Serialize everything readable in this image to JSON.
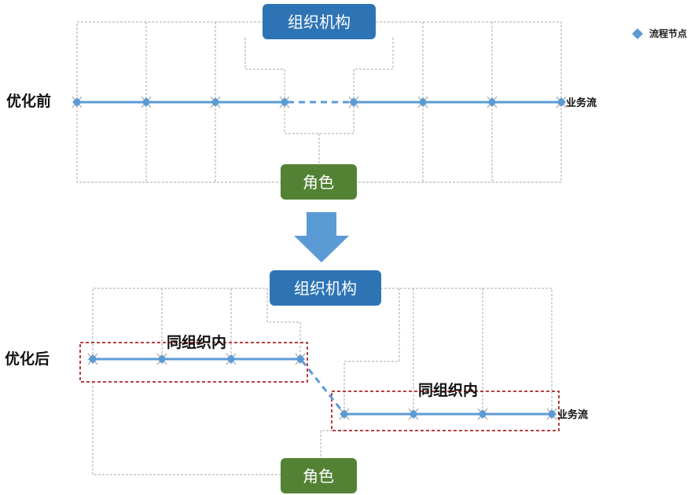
{
  "legend": {
    "label": "流程节点",
    "icon": "diamond-icon"
  },
  "before": {
    "side_label": "优化前",
    "org_box": "组织机构",
    "role_box": "角色",
    "flow_label": "业务流"
  },
  "after": {
    "side_label": "优化后",
    "org_box": "组织机构",
    "role_box": "角色",
    "flow_label": "业务流",
    "group_left": "同组织内",
    "group_right": "同组织内"
  },
  "colors": {
    "org_box": "#2e74b5",
    "role_box": "#548235",
    "flow_line": "#5b9bd5",
    "group_border": "#a00000",
    "arrow": "#5b9bd5"
  }
}
